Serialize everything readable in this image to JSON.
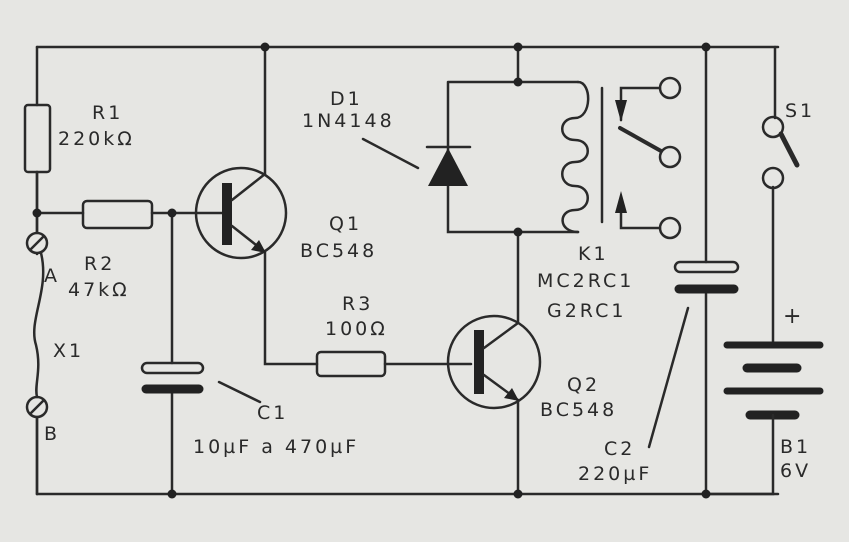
{
  "components": {
    "r1": {
      "ref": "R1",
      "value": "220kΩ"
    },
    "r2": {
      "ref": "R2",
      "value": "47kΩ"
    },
    "r3": {
      "ref": "R3",
      "value": "100Ω"
    },
    "d1": {
      "ref": "D1",
      "value": "1N4148"
    },
    "q1": {
      "ref": "Q1",
      "value": "BC548"
    },
    "q2": {
      "ref": "Q2",
      "value": "BC548"
    },
    "k1": {
      "ref": "K1",
      "value": "MC2RC1",
      "value2": "G2RC1"
    },
    "c1": {
      "ref": "C1",
      "value": "10µF a 470µF"
    },
    "c2": {
      "ref": "C2",
      "value": "220µF"
    },
    "x1": {
      "ref": "X1",
      "terminal_a": "A",
      "terminal_b": "B"
    },
    "s1": {
      "ref": "S1"
    },
    "b1": {
      "ref": "B1",
      "value": "6V",
      "polarity": "+"
    }
  }
}
